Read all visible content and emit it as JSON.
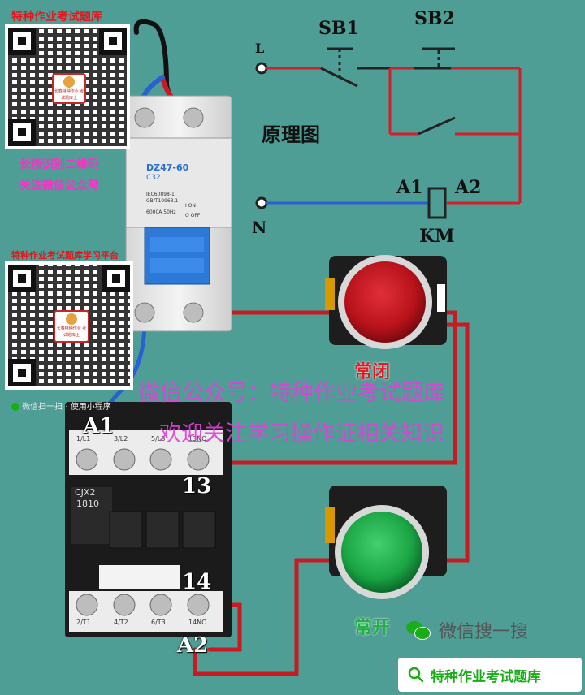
{
  "top_banner": "特种作业考试题库",
  "qr_caption_1": "长按识别二维码",
  "qr_caption_2": "关注微信公众号",
  "mid_banner": "特种作业考试题库学习平台",
  "small_caption": "微信扫一扫 · 使用小程序",
  "badge_text": "长春特种作业 考试题库上",
  "breaker": {
    "model": "DZ47-60",
    "rating": "C32",
    "std_1": "IEC60898-1",
    "std_2": "GB/T10963.1",
    "freq": "6000A 50Hz",
    "on": "I ON",
    "off": "O OFF"
  },
  "schematic": {
    "title": "原理图",
    "L": "L",
    "N": "N",
    "SB1": "SB1",
    "SB2": "SB2",
    "A1": "A1",
    "A2": "A2",
    "KM": "KM"
  },
  "contactor": {
    "model": "CJX2",
    "code": "1810",
    "top_terms": [
      "1/L1",
      "3/L2",
      "5/L3",
      "13NO"
    ],
    "bottom_terms": [
      "2/T1",
      "4/T2",
      "6/T3",
      "14NO"
    ],
    "A1": "A1",
    "A2": "A2",
    "n13": "13",
    "n14": "14"
  },
  "buttons": {
    "nc_label": "常闭",
    "no_label": "常开"
  },
  "watermark": {
    "line1": "微信公众号：特种作业考试题库",
    "line2": "欢迎关注学习操作证相关知识"
  },
  "wechat_search": "微信搜一搜",
  "search_query": "特种作业考试题库",
  "colors": {
    "background": "#4f9e96",
    "wire_red": "#c81a22",
    "wire_blue": "#2c5fd0",
    "nc_button": "#c0141c",
    "no_button": "#1eb04a",
    "accent_green": "#1aad19"
  }
}
